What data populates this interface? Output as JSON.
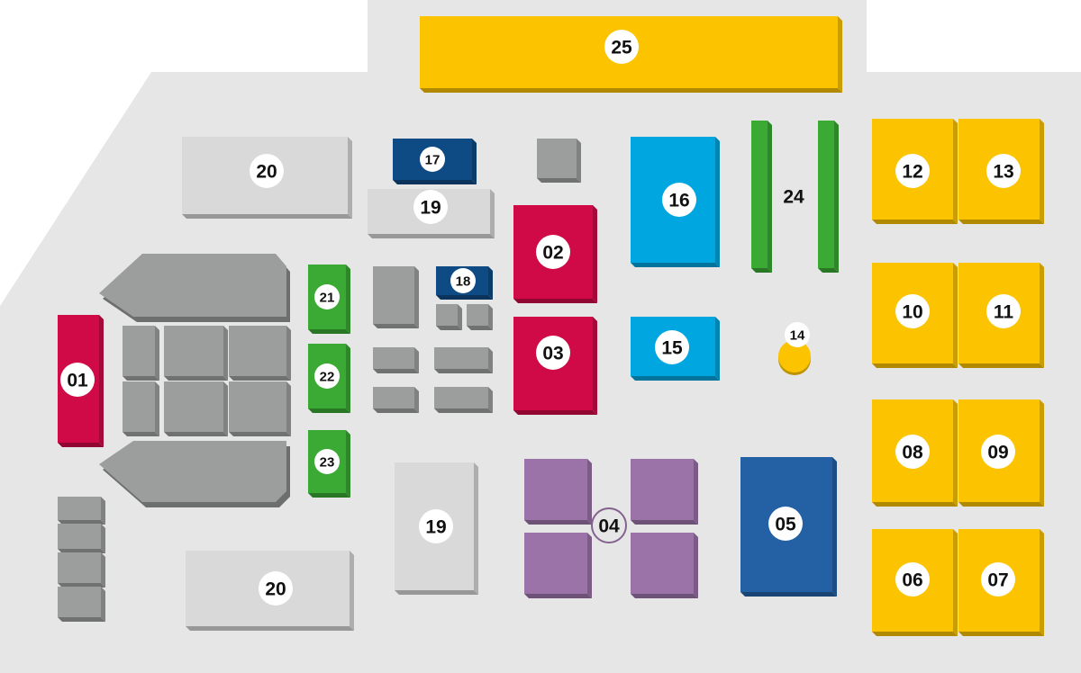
{
  "palette": {
    "ground": "#e6e6e6",
    "grey_block": "#9c9d9d",
    "light_block": "#d9d9d9",
    "red": "#cf0a47",
    "green": "#3aaa35",
    "navy": "#0e4a83",
    "cyan": "#00a6e0",
    "purple": "#9b73a8",
    "blue": "#2461a4",
    "yellow": "#fcc400",
    "badge": "#ffffff"
  },
  "zones": [
    {
      "id": "z01",
      "number": "01",
      "color": "red"
    },
    {
      "id": "z02",
      "number": "02",
      "color": "red"
    },
    {
      "id": "z03",
      "number": "03",
      "color": "red"
    },
    {
      "id": "z04",
      "number": "04",
      "color": "purple"
    },
    {
      "id": "z05",
      "number": "05",
      "color": "blue"
    },
    {
      "id": "z06",
      "number": "06",
      "color": "yellow"
    },
    {
      "id": "z07",
      "number": "07",
      "color": "yellow"
    },
    {
      "id": "z08",
      "number": "08",
      "color": "yellow"
    },
    {
      "id": "z09",
      "number": "09",
      "color": "yellow"
    },
    {
      "id": "z10",
      "number": "10",
      "color": "yellow"
    },
    {
      "id": "z11",
      "number": "11",
      "color": "yellow"
    },
    {
      "id": "z12",
      "number": "12",
      "color": "yellow"
    },
    {
      "id": "z13",
      "number": "13",
      "color": "yellow"
    },
    {
      "id": "z14",
      "number": "14",
      "color": "yellow"
    },
    {
      "id": "z15",
      "number": "15",
      "color": "cyan"
    },
    {
      "id": "z16",
      "number": "16",
      "color": "cyan"
    },
    {
      "id": "z17",
      "number": "17",
      "color": "navy"
    },
    {
      "id": "z18",
      "number": "18",
      "color": "navy"
    },
    {
      "id": "z19a",
      "number": "19",
      "color": "light_block"
    },
    {
      "id": "z19b",
      "number": "19",
      "color": "light_block"
    },
    {
      "id": "z20a",
      "number": "20",
      "color": "light_block"
    },
    {
      "id": "z20b",
      "number": "20",
      "color": "light_block"
    },
    {
      "id": "z21",
      "number": "21",
      "color": "green"
    },
    {
      "id": "z22",
      "number": "22",
      "color": "green"
    },
    {
      "id": "z23",
      "number": "23",
      "color": "green"
    },
    {
      "id": "z24",
      "number": "24",
      "color": "green"
    },
    {
      "id": "z25",
      "number": "25",
      "color": "yellow"
    }
  ]
}
